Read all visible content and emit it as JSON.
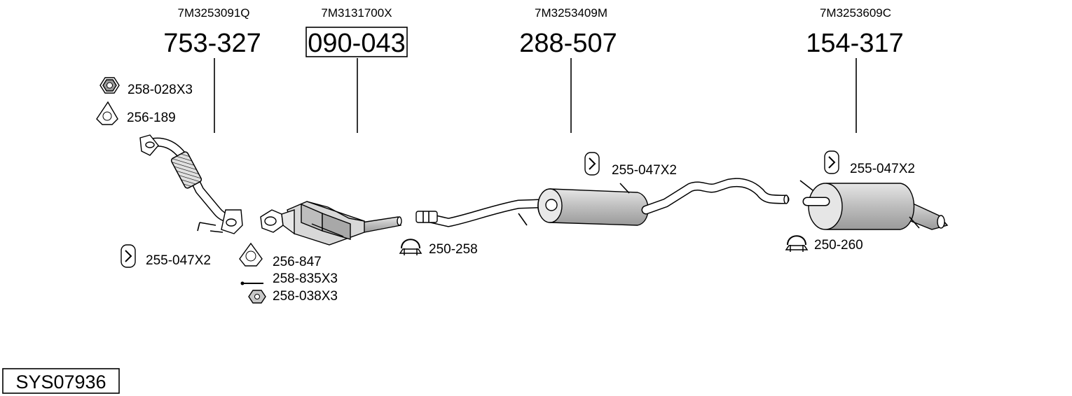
{
  "main_parts": [
    {
      "oem": "7M3253091Q",
      "number": "753-327",
      "boxed": false
    },
    {
      "oem": "7M3131700X",
      "number": "090-043",
      "boxed": true
    },
    {
      "oem": "7M3253409M",
      "number": "288-507",
      "boxed": false
    },
    {
      "oem": "7M3253609C",
      "number": "154-317",
      "boxed": false
    }
  ],
  "accessories": [
    {
      "label": "258-028X3",
      "icon": "hex-nut-icon"
    },
    {
      "label": "256-189",
      "icon": "gasket-icon"
    },
    {
      "label": "255-047X2",
      "icon": "rubber-hanger-icon"
    },
    {
      "label": "256-847",
      "icon": "gasket-icon"
    },
    {
      "label": "258-835X3",
      "icon": "bolt-icon"
    },
    {
      "label": "258-038X3",
      "icon": "flange-nut-icon"
    },
    {
      "label": "250-258",
      "icon": "pipe-clamp-icon"
    },
    {
      "label": "255-047X2",
      "icon": "rubber-hanger-icon"
    },
    {
      "label": "255-047X2",
      "icon": "rubber-hanger-icon"
    },
    {
      "label": "250-260",
      "icon": "pipe-clamp-icon"
    }
  ],
  "system_id": "SYS07936",
  "colors": {
    "ink": "#000000",
    "background": "#ffffff",
    "part_fill": "#c8c8c8"
  }
}
